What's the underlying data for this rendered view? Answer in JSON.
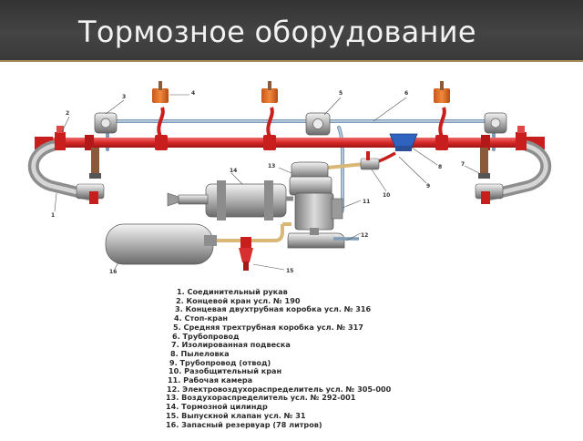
{
  "slide": {
    "title": "Тормозное оборудование"
  },
  "callouts": [
    "1",
    "2",
    "3",
    "4",
    "5",
    "6",
    "7",
    "8",
    "9",
    "10",
    "11",
    "12",
    "13",
    "14",
    "15",
    "16"
  ],
  "legend": [
    "1. Соединительный рукав",
    "2. Концевой кран усл. № 190",
    "3. Концевая двухтрубная коробка усл. № 316",
    "4. Стоп-кран",
    "5. Средняя трехтрубная коробка усл. № 317",
    "6. Трубопровод",
    "7. Изолированная подвеска",
    "8. Пылеловка",
    "9. Трубопровод (отвод)",
    "10. Разобщительный кран",
    "11. Рабочая камера",
    "12. Электровоздухораспределитель усл. № 305-000",
    "13. Воздухораспределитель усл. № 292-001",
    "14. Тормозной цилиндр",
    "15. Выпускной клапан усл. № 31",
    "16. Запасный резервуар (78 литров)"
  ]
}
